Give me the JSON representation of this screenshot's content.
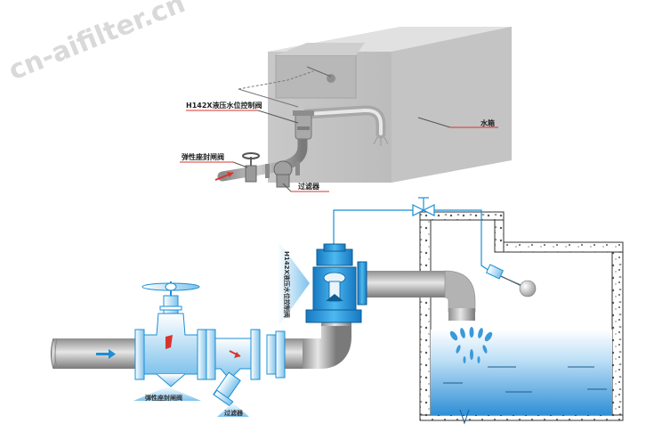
{
  "watermark": {
    "text": "cn-aifilter.cn"
  },
  "top_diagram": {
    "labels": {
      "control_valve": "H142X液压水位控制阀",
      "tank": "水箱",
      "gate_valve": "弹性座封闸阀",
      "filter": "过滤器"
    }
  },
  "bottom_diagram": {
    "labels": {
      "control_valve": "H142X液压水位控制阀",
      "gate_valve": "弹性座封闸阀",
      "filter": "过滤器"
    }
  },
  "colors": {
    "accent_blue": "#1a8fd6",
    "pipe_gray": "#b5b5b5",
    "label_red": "#d9342b",
    "water_blue": "#5bb2e6"
  }
}
